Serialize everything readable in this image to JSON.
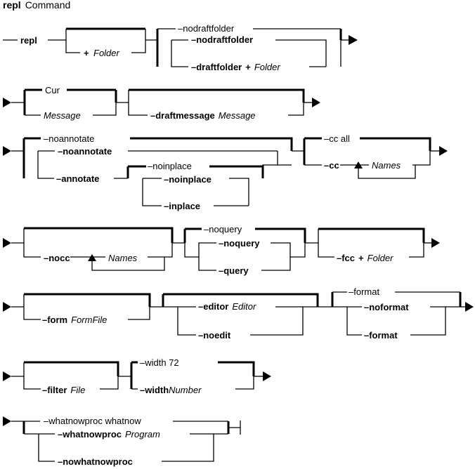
{
  "title": {
    "bold": "repl",
    "rest": "Command"
  },
  "row1": {
    "cmd": "repl",
    "plus": "+",
    "folder": "Folder",
    "nodraftfolder_default": "–nodraftfolder",
    "nodraftfolder": "–nodraftfolder",
    "draftfolder": "–draftfolder",
    "draftfolder_plus": "+",
    "draftfolder_arg": "Folder"
  },
  "row2": {
    "cur": "Cur",
    "message": "Message",
    "draftmessage": "–draftmessage",
    "draftmessage_arg": "Message"
  },
  "row3": {
    "noannotate_default": "–noannotate",
    "noannotate": "–noannotate",
    "annotate": "–annotate",
    "noinplace_default": "–noinplace",
    "noinplace": "–noinplace",
    "inplace": "–inplace",
    "ccall": "–cc all",
    "cc": "–cc",
    "names": "Names"
  },
  "row4": {
    "nocc": "–nocc",
    "names": "Names",
    "noquery_default": "–noquery",
    "noquery": "–noquery",
    "query": "–query",
    "fcc": "–fcc",
    "fcc_plus": "+",
    "fcc_arg": "Folder"
  },
  "row5": {
    "form": "–form",
    "form_arg": "FormFile",
    "editor": "–editor",
    "editor_arg": "Editor",
    "noedit": "–noedit",
    "format_default": "–format",
    "noformat": "–noformat",
    "format": "–format"
  },
  "row6": {
    "filter": "–filter",
    "filter_arg": "File",
    "width_default": "–width 72",
    "width": "–width",
    "width_arg": "Number"
  },
  "row7": {
    "whatnowproc_default": "–whatnowproc whatnow",
    "whatnowproc": "–whatnowproc",
    "whatnowproc_arg": "Program",
    "nowhatnowproc": "–nowhatnowproc"
  }
}
